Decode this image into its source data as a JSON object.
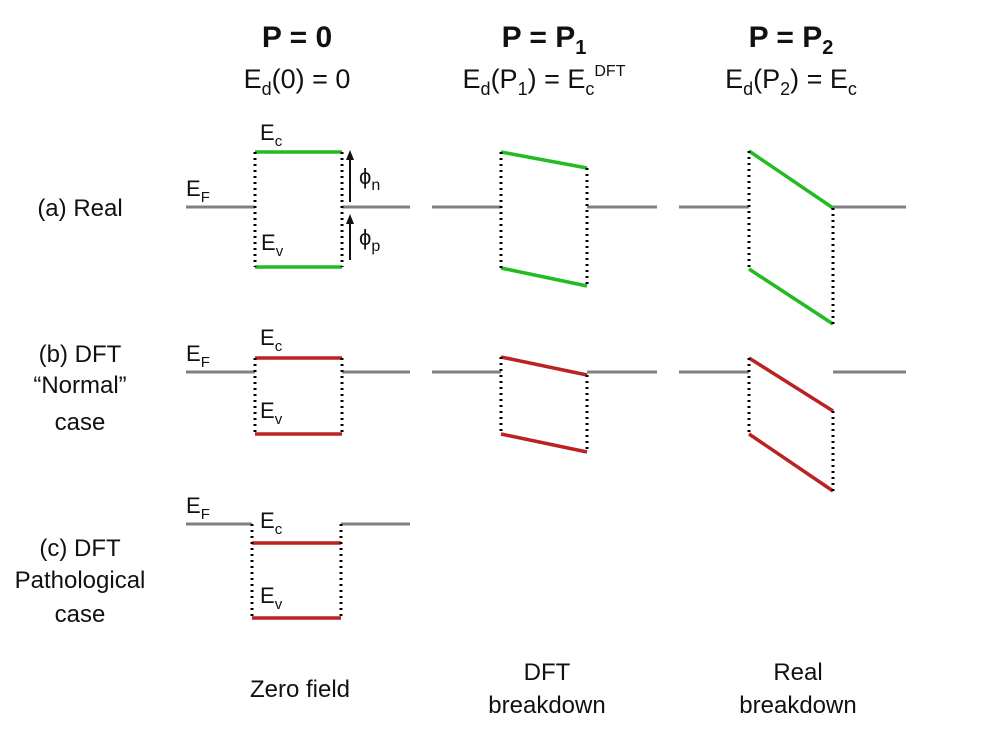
{
  "columns": [
    {
      "heading_main": "P = 0",
      "heading_sub": "",
      "eq": [
        {
          "t": "E",
          "sub": ""
        },
        {
          "t": "",
          "sub": "d"
        },
        {
          "t": "(0) = 0",
          "sub": ""
        }
      ],
      "footer": [
        "Zero field"
      ]
    },
    {
      "heading_main": "P = P",
      "heading_sub": "1",
      "eq": [
        {
          "t": "E",
          "sub": ""
        },
        {
          "t": "",
          "sub": "d"
        },
        {
          "t": "(P",
          "sub": ""
        },
        {
          "t": "",
          "sub": "1"
        },
        {
          "t": ") = E",
          "sub": ""
        },
        {
          "t": "",
          "sub": "c"
        },
        {
          "t": "",
          "sup": "DFT"
        }
      ],
      "footer": [
        "DFT",
        "breakdown"
      ]
    },
    {
      "heading_main": "P = P",
      "heading_sub": "2",
      "eq": [
        {
          "t": "E",
          "sub": ""
        },
        {
          "t": "",
          "sub": "d"
        },
        {
          "t": "(P",
          "sub": ""
        },
        {
          "t": "",
          "sub": "2"
        },
        {
          "t": ") = E",
          "sub": ""
        },
        {
          "t": "",
          "sub": "c"
        }
      ],
      "footer": [
        "Real",
        "breakdown"
      ]
    }
  ],
  "rows": [
    {
      "label_lines": [
        "(a) Real"
      ]
    },
    {
      "label_lines": [
        "(b) DFT",
        "“Normal”",
        "case"
      ]
    },
    {
      "label_lines": [
        "(c) DFT",
        "Pathological",
        "case"
      ]
    }
  ],
  "labels": {
    "ef": {
      "main": "E",
      "sub": "F"
    },
    "ec": {
      "main": "E",
      "sub": "c"
    },
    "ev": {
      "main": "E",
      "sub": "v"
    },
    "phi_n": {
      "main": "ϕ",
      "sub": "n"
    },
    "phi_p": {
      "main": "ϕ",
      "sub": "p"
    }
  },
  "colors": {
    "fermi_level": "#808080",
    "real_bands": "#22bb22",
    "dft_bands": "#bb2222",
    "boundary_dots": "#000000"
  }
}
